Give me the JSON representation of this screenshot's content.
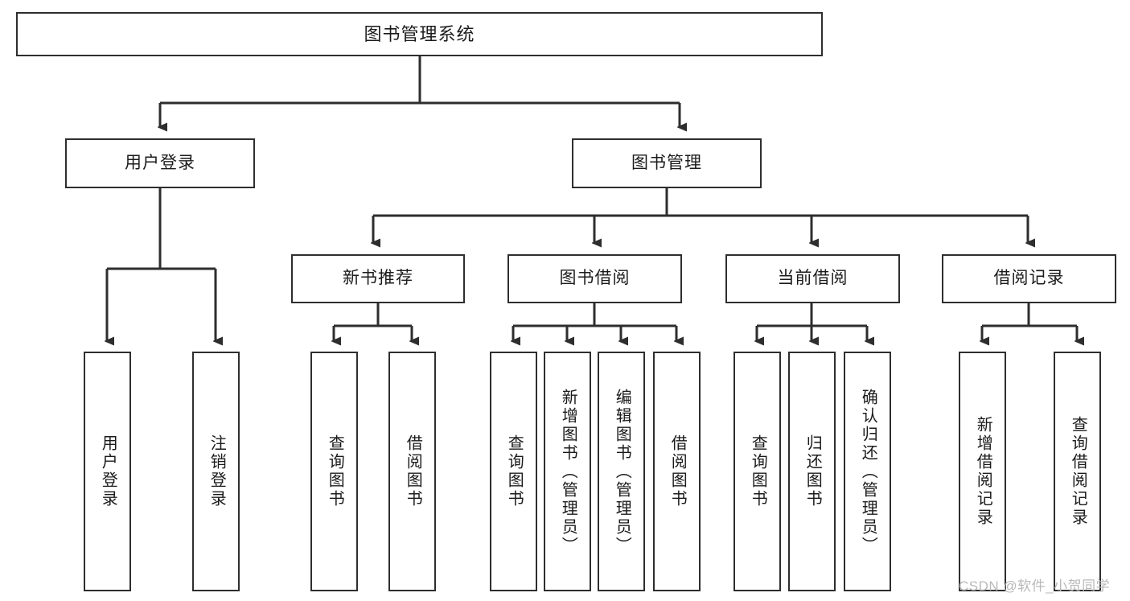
{
  "diagram": {
    "title": "图书管理系统",
    "type": "tree-diagram",
    "stroke_color": "#2e2e2e",
    "background_color": "#ffffff",
    "text_color": "#1b1b1b",
    "root": {
      "label": "图书管理系统"
    },
    "level2": [
      {
        "label": "用户登录"
      },
      {
        "label": "图书管理"
      }
    ],
    "level3": [
      {
        "label": "新书推荐"
      },
      {
        "label": "图书借阅"
      },
      {
        "label": "当前借阅"
      },
      {
        "label": "借阅记录"
      }
    ],
    "leaves": [
      {
        "label": "用户登录",
        "parent": "用户登录"
      },
      {
        "label": "注销登录",
        "parent": "用户登录"
      },
      {
        "label": "查询图书",
        "parent": "新书推荐"
      },
      {
        "label": "借阅图书",
        "parent": "新书推荐"
      },
      {
        "label": "查询图书",
        "parent": "图书借阅"
      },
      {
        "label": "新增图书（管理员）",
        "parent": "图书借阅"
      },
      {
        "label": "编辑图书（管理员）",
        "parent": "图书借阅"
      },
      {
        "label": "借阅图书",
        "parent": "图书借阅"
      },
      {
        "label": "查询图书",
        "parent": "当前借阅"
      },
      {
        "label": "归还图书",
        "parent": "当前借阅"
      },
      {
        "label": "确认归还（管理员）",
        "parent": "当前借阅"
      },
      {
        "label": "新增借阅记录",
        "parent": "借阅记录"
      },
      {
        "label": "查询借阅记录",
        "parent": "借阅记录"
      }
    ]
  },
  "watermark": {
    "text": "CSDN @软件_小贺同学"
  }
}
